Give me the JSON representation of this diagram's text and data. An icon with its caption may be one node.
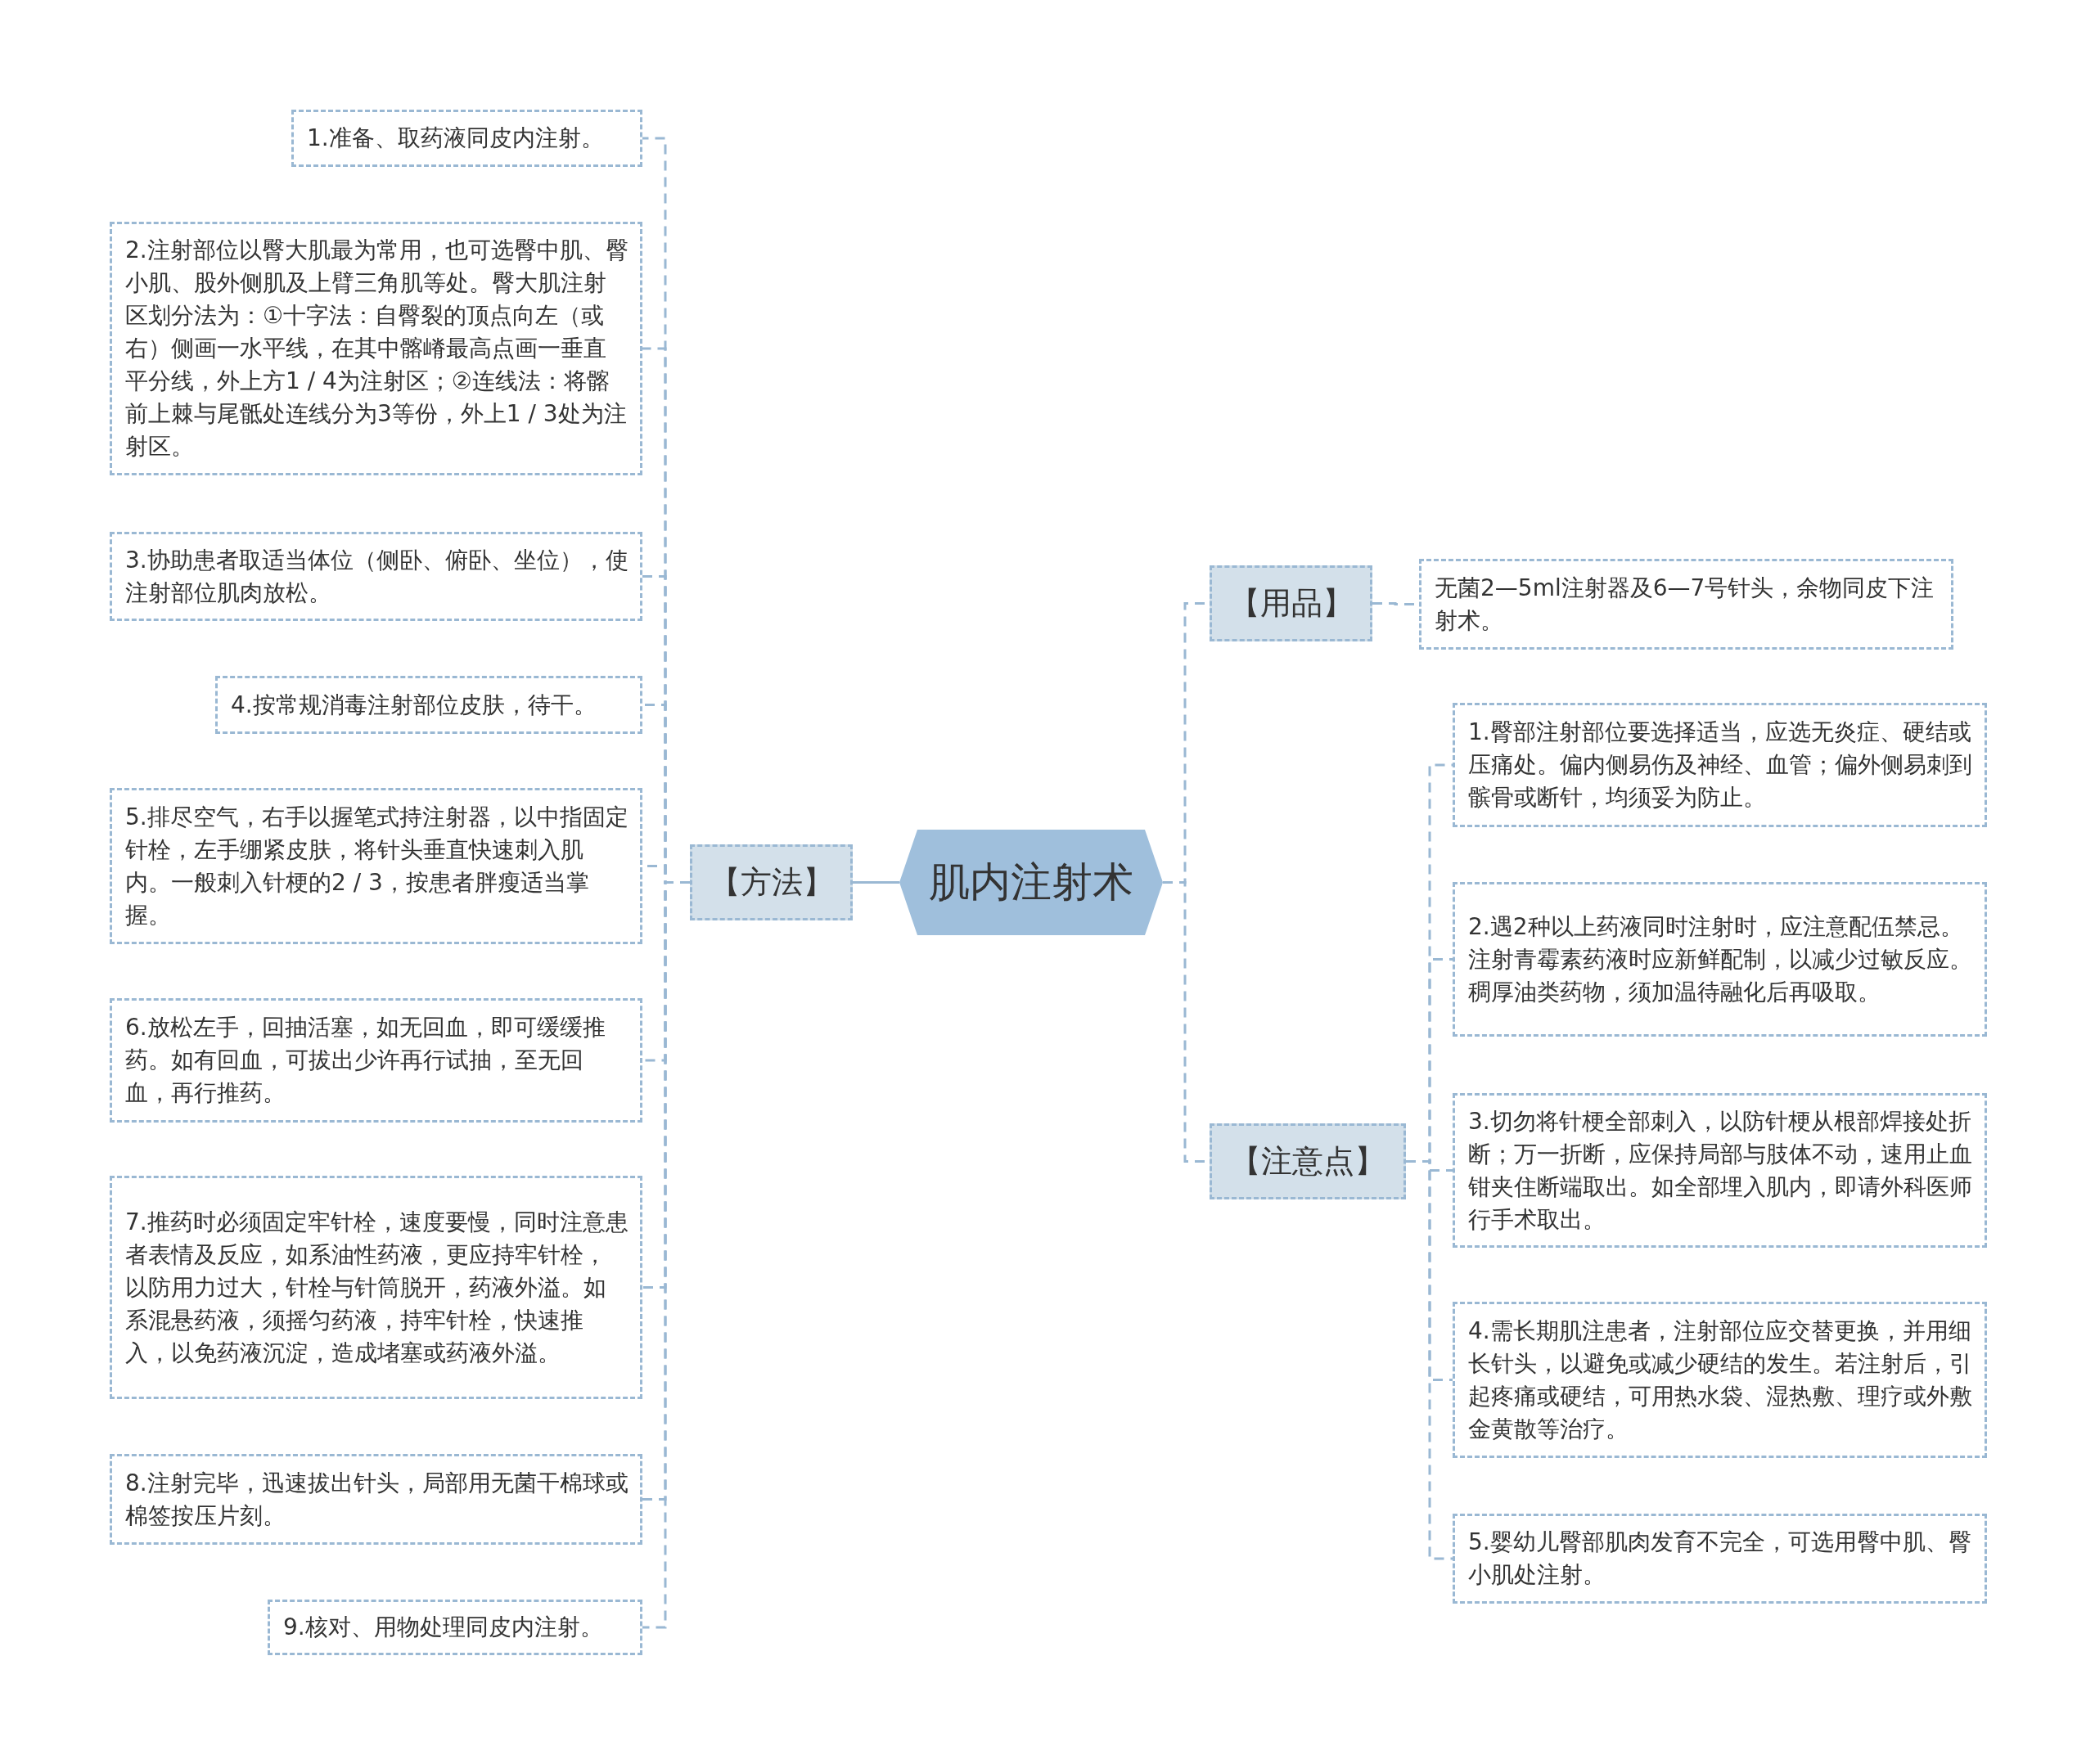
{
  "diagram": {
    "nodes": [
      {
        "text": [
          "肌内注射术"
        ]
      },
      {
        "text": [
          "【方法】"
        ]
      },
      {
        "text": [
          "1.准备、取药液同皮内注射。"
        ]
      },
      {
        "text": [
          "2.注射部位以臀大肌最为常用，也可选臀中肌、臀小肌、股外侧肌及上臂三角肌等处。臀大肌注射区划分法为：①十字法：自臀裂的顶点向左（或右）侧画一水平线，在其中髂嵴最高点画一垂直平分线，外上方1 / 4为注射区；②连线法：将髂前上棘与尾骶处连线分为3等份，外上1 / 3处为注射区。"
        ]
      },
      {
        "text": [
          "3.协助患者取适当体位（侧卧、俯卧、坐位），使注射部位肌肉放松。"
        ]
      },
      {
        "text": [
          "4.按常规消毒注射部位皮肤，待干。"
        ]
      },
      {
        "text": [
          "5.排尽空气，右手以握笔式持注射器，以中指固定针栓，左手绷紧皮肤，将针头垂直快速刺入肌内。一般刺入针梗的2 / 3，按患者胖瘦适当掌握。"
        ]
      },
      {
        "text": [
          "6.放松左手，回抽活塞，如无回血，即可缓缓推药。如有回血，可拔出少许再行试抽，至无回血，再行推药。"
        ]
      },
      {
        "text": [
          "7.推药时必须固定牢针栓，速度要慢，同时注意患者表情及反应，如系油性药液，更应持牢针栓，以防用力过大，针栓与针筒脱开，药液外溢。如系混悬药液，须摇匀药液，持牢针栓，快速推入，以免药液沉淀，造成堵塞或药液外溢。"
        ]
      },
      {
        "text": [
          "8.注射完毕，迅速拔出针头，局部用无菌干棉球或棉签按压片刻。"
        ]
      },
      {
        "text": [
          "9.核对、用物处理同皮内注射。"
        ]
      },
      {
        "text": [
          "【用品】"
        ]
      },
      {
        "text": [
          "无菌2—5ml注射器及6—7号针头，余物同皮下注射术。"
        ]
      },
      {
        "text": [
          "【注意点】"
        ]
      },
      {
        "text": [
          "1.臀部注射部位要选择适当，应选无炎症、硬结或压痛处。偏内侧易伤及神经、血管；偏外侧易刺到髌骨或断针，均须妥为防止。"
        ]
      },
      {
        "text": [
          "2.遇2种以上药液同时注射时，应注意配伍禁忌。注射青霉素药液时应新鲜配制，以减少过敏反应。稠厚油类药物，须加温待融化后再吸取。"
        ]
      },
      {
        "text": [
          "3.切勿将针梗全部刺入，以防针梗从根部焊接处折断；万一折断，应保持局部与肢体不动，速用止血钳夹住断端取出。如全部埋入肌内，即请外科医师行手术取出。"
        ]
      },
      {
        "text": [
          "4.需长期肌注患者，注射部位应交替更换，并用细长针头，以避免或减少硬结的发生。若注射后，引起疼痛或硬结，可用热水袋、湿热敷、理疗或外敷金黄散等治疗。"
        ]
      },
      {
        "text": [
          "5.婴幼儿臀部肌肉发育不完全，可选用臀中肌、臀小肌处注射。"
        ]
      }
    ],
    "edges": [
      {
        "from": 0,
        "to": 1,
        "arrow": "none"
      },
      {
        "from": 1,
        "to": 2,
        "arrow": "none",
        "style": "dashed"
      },
      {
        "from": 1,
        "to": 3,
        "arrow": "none",
        "style": "dashed"
      },
      {
        "from": 1,
        "to": 4,
        "arrow": "none",
        "style": "dashed"
      },
      {
        "from": 1,
        "to": 5,
        "arrow": "none",
        "style": "dashed"
      },
      {
        "from": 1,
        "to": 6,
        "arrow": "none",
        "style": "dashed"
      },
      {
        "from": 1,
        "to": 7,
        "arrow": "none",
        "style": "dashed"
      },
      {
        "from": 1,
        "to": 8,
        "arrow": "none",
        "style": "dashed"
      },
      {
        "from": 1,
        "to": 9,
        "arrow": "none",
        "style": "dashed"
      },
      {
        "from": 1,
        "to": 10,
        "arrow": "none",
        "style": "dashed"
      },
      {
        "from": 0,
        "to": 11,
        "arrow": "none",
        "style": "dashed"
      },
      {
        "from": 11,
        "to": 12,
        "arrow": "none",
        "style": "dashed"
      },
      {
        "from": 0,
        "to": 13,
        "arrow": "none",
        "style": "dashed"
      },
      {
        "from": 13,
        "to": 14,
        "arrow": "none",
        "style": "dashed"
      },
      {
        "from": 13,
        "to": 15,
        "arrow": "none",
        "style": "dashed"
      },
      {
        "from": 13,
        "to": 16,
        "arrow": "none",
        "style": "dashed"
      },
      {
        "from": 13,
        "to": 17,
        "arrow": "none",
        "style": "dashed"
      },
      {
        "from": 13,
        "to": 18,
        "arrow": "none",
        "style": "dashed"
      }
    ]
  }
}
